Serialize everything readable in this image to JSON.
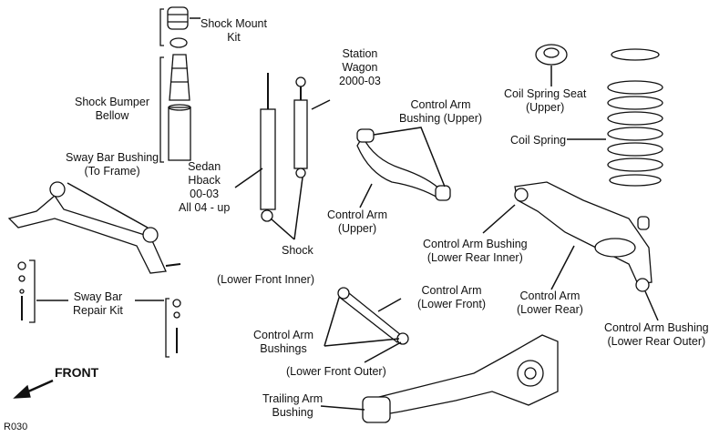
{
  "labels": {
    "shock_mount_kit": [
      "Shock Mount",
      "Kit"
    ],
    "shock_bumper_bellow": [
      "Shock Bumper",
      "Bellow"
    ],
    "station_wagon": [
      "Station",
      "Wagon",
      "2000-03"
    ],
    "sedan_hback": [
      "Sedan",
      "Hback",
      "00-03",
      "All 04 - up"
    ],
    "shock": "Shock",
    "control_arm_bushing_upper": [
      "Control Arm",
      "Bushing (Upper)"
    ],
    "control_arm_upper": [
      "Control Arm",
      "(Upper)"
    ],
    "coil_spring_seat": [
      "Coil Spring Seat",
      "(Upper)"
    ],
    "coil_spring": "Coil Spring",
    "sway_bar_bushing": [
      "Sway Bar Bushing",
      "(To Frame)"
    ],
    "sway_bar_repair_kit": [
      "Sway Bar",
      "Repair Kit"
    ],
    "control_arm_bushing_lower_rear_inner": [
      "Control Arm Bushing",
      "(Lower Rear Inner)"
    ],
    "lower_front_inner": "(Lower Front Inner)",
    "control_arm_lower_front": [
      "Control Arm",
      "(Lower Front)"
    ],
    "control_arm_lower_rear": [
      "Control Arm",
      "(Lower Rear)"
    ],
    "control_arm_bushing_lower_rear_outer": [
      "Control Arm Bushing",
      "(Lower Rear Outer)"
    ],
    "control_arm_bushings": [
      "Control Arm",
      "Bushings"
    ],
    "lower_front_outer": "(Lower Front Outer)",
    "trailing_arm_bushing": [
      "Trailing Arm",
      "Bushing"
    ],
    "front": "FRONT",
    "ref_code": "R030"
  }
}
